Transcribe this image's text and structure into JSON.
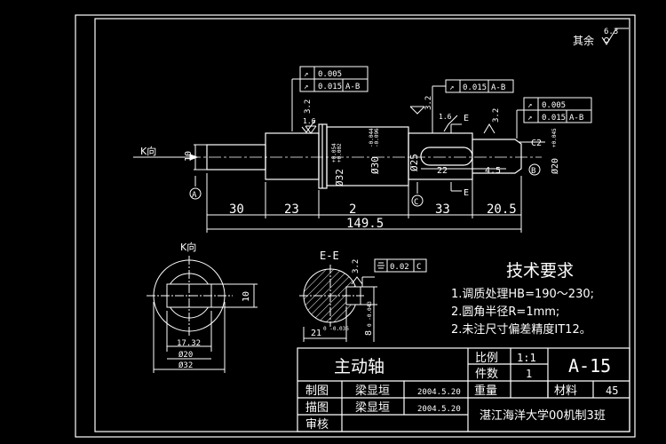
{
  "drawing": {
    "roughness_note": "其余",
    "roughness_default": "6.3",
    "view_k": "K向",
    "view_k_title": "K向",
    "section_title": "E-E",
    "datum_a": "A",
    "datum_b": "B",
    "datum_c": "C",
    "section_mark_e": "E",
    "main_view": {
      "dim_30": "30",
      "dim_23": "23",
      "dim_2": "2",
      "dim_33": "33",
      "dim_20_5": "20.5",
      "dim_total": "149.5",
      "dim_22": "22",
      "dim_4_5": "4.5",
      "dim_10": "10",
      "dia_32": "Ø32",
      "dia_32_tol_up": "+0.054",
      "dia_32_tol_lo": "+0.002",
      "dia_30": "Ø30",
      "dia_30_tol_up": "-0.044",
      "dia_30_tol_lo": "-0.096",
      "dia_25": "Ø25",
      "dia_20": "Ø20",
      "dia_20_tol": "+0.045",
      "chamfer": "C2",
      "rough_32": "3.2",
      "rough_1_6a": "1.6",
      "rough_1_6b": "1.6",
      "fcf1_tol1": "0.005",
      "fcf1_tol2": "0.015",
      "fcf1_ref": "A-B",
      "fcf2_tol": "0.015",
      "fcf2_ref": "A-B",
      "fcf3_tol1": "0.005",
      "fcf3_tol2": "0.015",
      "fcf3_ref": "A-B"
    },
    "k_view": {
      "dim_10": "10",
      "dim_17_32": "17.32",
      "dim_20": "Ø20",
      "dim_32": "Ø32"
    },
    "section_view": {
      "rough": "3.2",
      "sym_tol": "0.02",
      "sym_ref": "C",
      "dim_21": "21",
      "dim_21_tol": "0 -0.036",
      "dim_8": "8",
      "dim_8_tol": "0 -0.043"
    },
    "tech_req": {
      "title": "技术要求",
      "items": [
        "1.调质处理HB=190～230;",
        "2.圆角半径R=1mm;",
        "2.未注尺寸偏差精度IT12。"
      ]
    },
    "title_block": {
      "part_name": "主动轴",
      "scale_label": "比例",
      "scale_value": "1:1",
      "qty_label": "件数",
      "qty_value": "1",
      "drawing_no": "A-15",
      "drawn_label": "制图",
      "drawn_name": "梁显垣",
      "drawn_date": "2004.5.20",
      "traced_label": "描图",
      "traced_name": "梁显垣",
      "traced_date": "2004.5.20",
      "weight_label": "重量",
      "material_label": "材料",
      "material_value": "45",
      "check_label": "审核",
      "school": "湛江海洋大学00机制3班"
    }
  }
}
